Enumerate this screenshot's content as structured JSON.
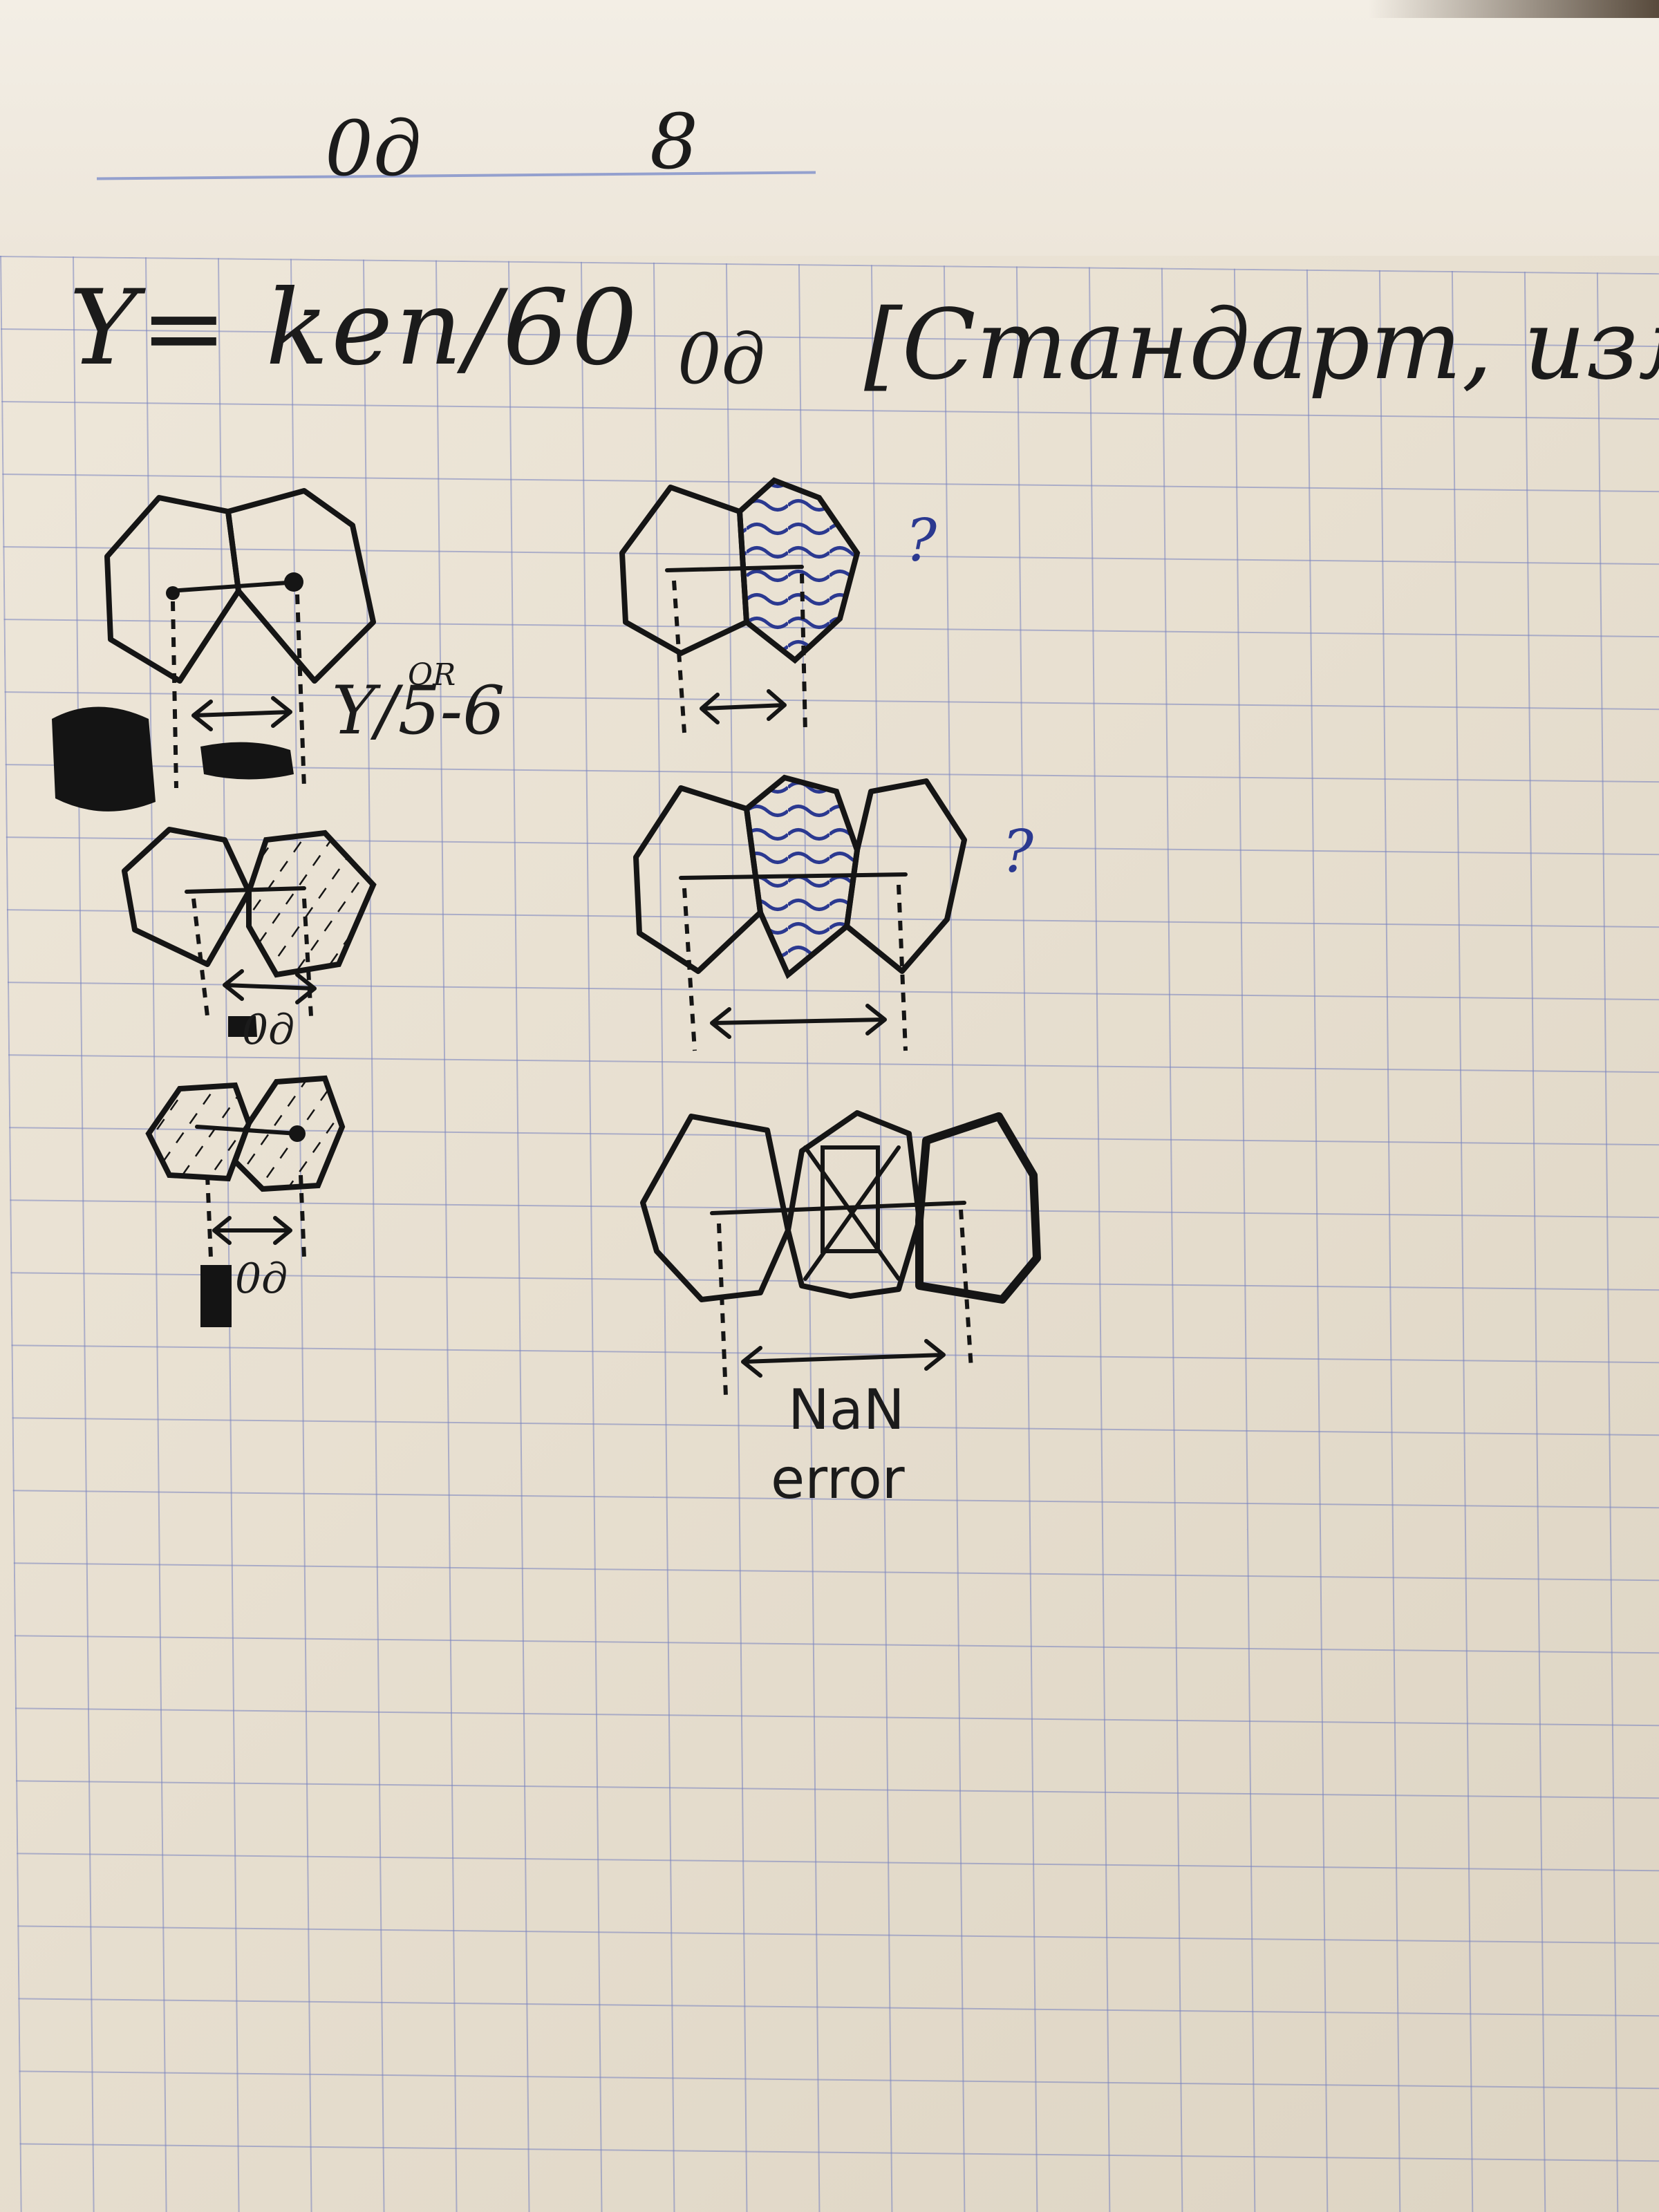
{
  "header": {
    "date": "0д",
    "number": "8"
  },
  "formula": {
    "main": "Y= ken/60",
    "unit": "0д",
    "bracket": "[Стандарт, изм.]"
  },
  "annotations": {
    "y_56": "Y/5-6",
    "or": "OR",
    "od_1": "0д",
    "od_2": "0д",
    "question_1": "?",
    "question_2": "?",
    "nan": "NaN",
    "error": "error"
  },
  "colors": {
    "ink": "#151515",
    "blue_ink": "#2b3990",
    "grid": "#7882be",
    "paper": "#efe8db"
  }
}
